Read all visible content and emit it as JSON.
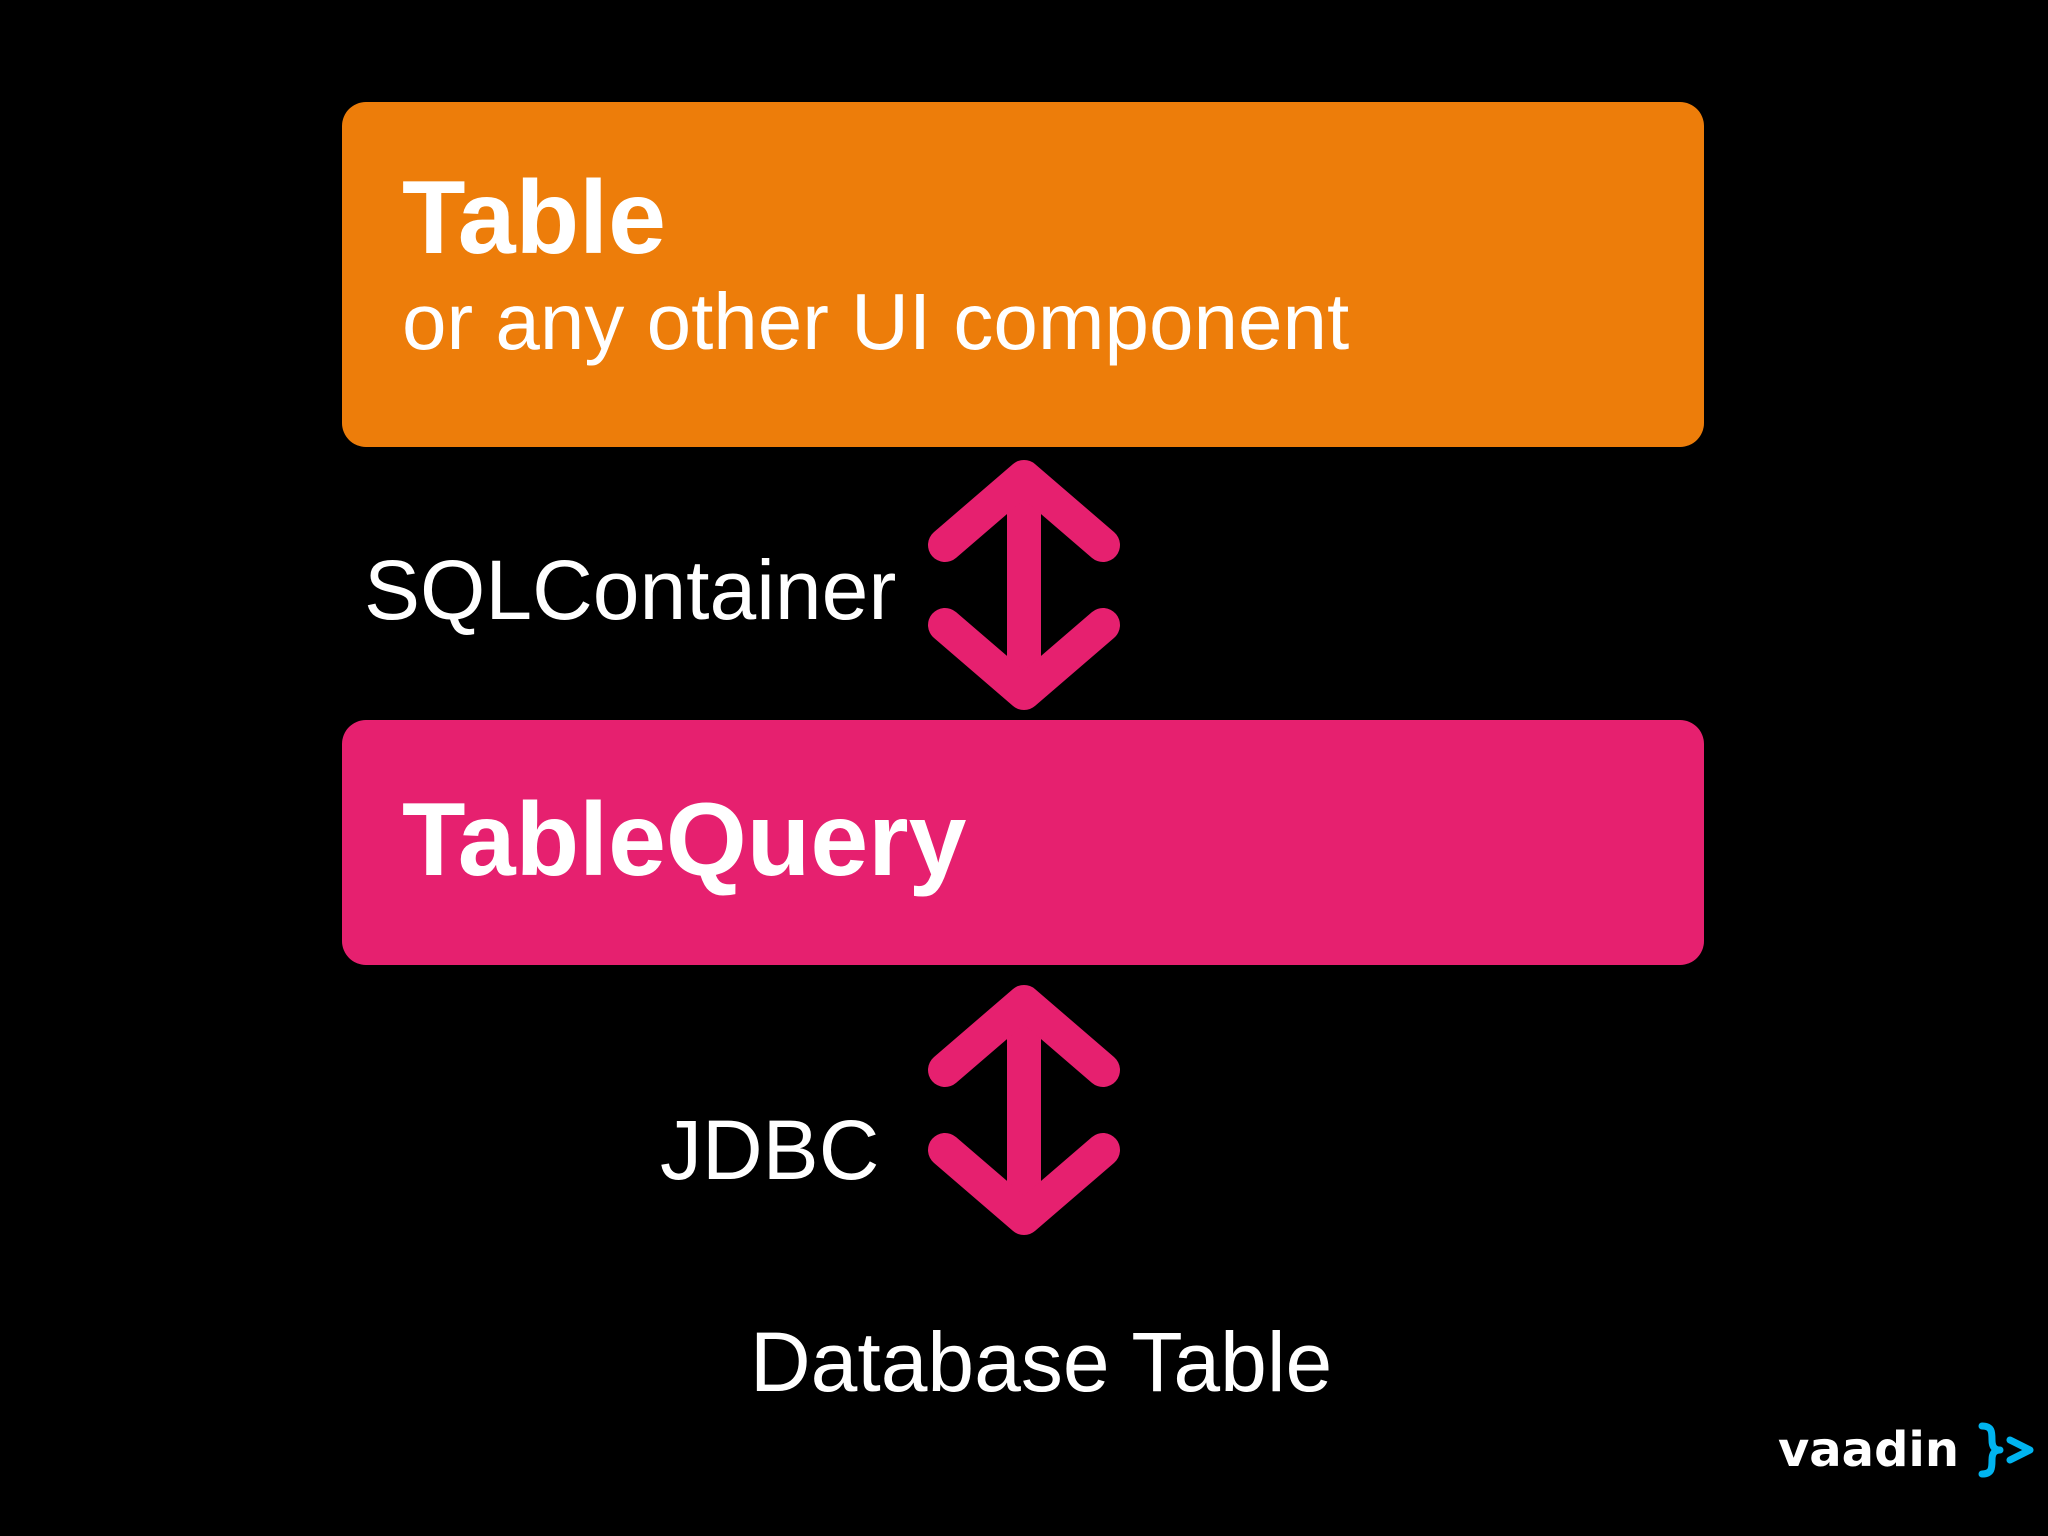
{
  "colors": {
    "background": "#000000",
    "ui_box": "#ED7D0A",
    "query_box": "#E6206F",
    "arrow": "#E6206F",
    "text": "#FFFFFF",
    "logo_accent": "#00B4F0"
  },
  "ui_box": {
    "title": "Table",
    "subtitle": "or any other UI component"
  },
  "query_box": {
    "title": "TableQuery"
  },
  "labels": {
    "sql": "SQLContainer",
    "jdbc": "JDBC",
    "database": "Database Table"
  },
  "logo": {
    "word": "vaadin",
    "icon": "vaadin-bracket-icon"
  },
  "icons": {
    "connector_top": "double-arrow-vertical-icon",
    "connector_bottom": "double-arrow-vertical-icon"
  }
}
